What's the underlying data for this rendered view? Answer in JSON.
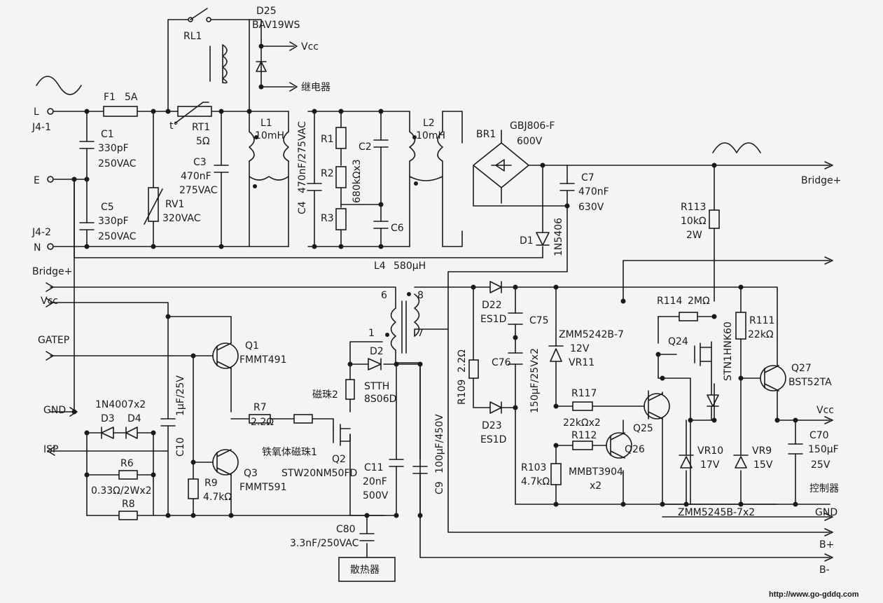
{
  "nodes": {
    "RL1": "RL1",
    "D25": "D25",
    "BAV19WS": "BAV19WS",
    "Vcc_top": "Vcc",
    "relay": "继电器",
    "L": "L",
    "J41": "J4-1",
    "F1": "F1",
    "F1v": "5A",
    "E": "E",
    "J42": "J4-2",
    "N": "N",
    "C1": "C1",
    "C1v": "330pF",
    "C1r": "250VAC",
    "C5": "C5",
    "C5v": "330pF",
    "C5r": "250VAC",
    "t": "t°",
    "RT1": "RT1",
    "RT1v": "5Ω",
    "C3": "C3",
    "C3v": "470nF",
    "C3r": "275VAC",
    "RV1": "RV1",
    "RV1v": "320VAC",
    "L1": "L1",
    "L1v": "10mH",
    "C4": "C4",
    "C4v": "470nF/275VAC",
    "R1": "R1",
    "R2": "R2",
    "R3": "R3",
    "Rx3": "680kΩx3",
    "C2": "C2",
    "C6": "C6",
    "L2": "L2",
    "L2v": "10mH",
    "BR1": "BR1",
    "BR1p": "GBJ806-F",
    "BR1v": "600V",
    "C7": "C7",
    "C7v": "470nF",
    "C7r": "630V",
    "D1": "D1",
    "D1p": "1N5406",
    "Bridge_top": "Bridge+",
    "R113": "R113",
    "R113v": "10kΩ",
    "R113w": "2W",
    "L4": "L4",
    "L4v": "580μH",
    "Bridge_left": "Bridge+",
    "Vcc_left": "Vcc",
    "GATEP": "GATEP",
    "GND_left": "GND",
    "ISP": "ISP",
    "Q1": "Q1",
    "Q1p": "FMMT491",
    "C10": "C10",
    "C10v": "1μF/25V",
    "D34": "1N4007x2",
    "D3": "D3",
    "D4": "D4",
    "R6": "R6",
    "R68": "0.33Ω/2Wx2",
    "R8": "R8",
    "R7": "R7",
    "R7v": "2.2Ω",
    "ferrite1": "铁氧体磁珠1",
    "Q3": "Q3",
    "Q3p": "FMMT591",
    "R9": "R9",
    "R9v": "4.7kΩ",
    "Q2": "Q2",
    "Q2p": "STW20NM50FD",
    "T6": "6",
    "T1": "1",
    "T8": "8",
    "T7": "7",
    "D2": "D2",
    "bead2": "磁珠2",
    "D2p1": "STTH",
    "D2p2": "8S06D",
    "C11": "C11",
    "C11v": "20nF",
    "C11r": "500V",
    "C9": "C9",
    "C9v": "100μF/450V",
    "C80": "C80",
    "C80v": "3.3nF/250VAC",
    "heatsink": "散热器",
    "D22": "D22",
    "D22p": "ES1D",
    "R109": "R109",
    "R109v": "2.2Ω",
    "D23": "D23",
    "D23p": "ES1D",
    "C75": "C75",
    "C76": "C76",
    "C7576": "150μF/25Vx2",
    "ZMM": "ZMM5242B-7",
    "VR11v": "12V",
    "VR11": "VR11",
    "R117": "R117",
    "R1172": "22kΩx2",
    "R112": "R112",
    "R103": "R103",
    "R103v": "4.7kΩ",
    "MMBT": "MMBT3904",
    "x2": "x2",
    "Q25": "Q25",
    "Q26": "Q26",
    "R114": "R114",
    "R114v": "2MΩ",
    "Q24": "Q24",
    "STN": "STN1HNK60",
    "R111": "R111",
    "R111v": "22kΩ",
    "Q27": "Q27",
    "Q27p": "BST52TA",
    "VR10": "VR10",
    "VR10v": "17V",
    "VR9": "VR9",
    "VR9v": "15V",
    "ZMM45": "ZMM5245B-7x2",
    "Vcc_right": "Vcc",
    "C70": "C70",
    "C70v": "150μF",
    "C70r": "25V",
    "ctrl": "控制器",
    "GND_right": "GND",
    "Bplus": "B+",
    "Bminus": "B-",
    "url": "http://www.go-gddq.com"
  }
}
